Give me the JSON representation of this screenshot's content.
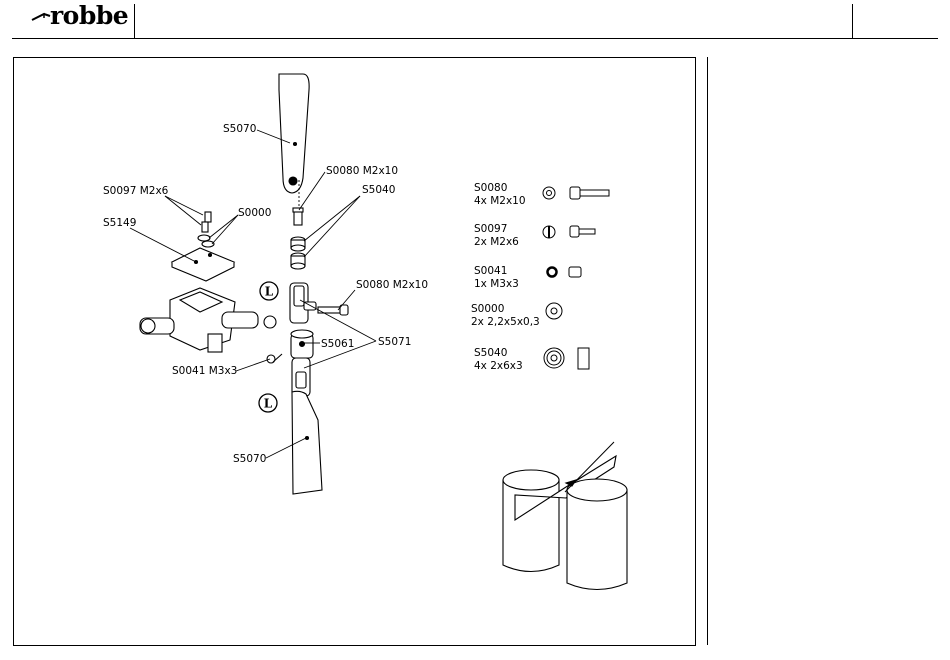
{
  "header": {
    "brand": "robbe"
  },
  "callouts": {
    "blade_top": "S5070",
    "screw_top": "S0080 M2x10",
    "bearing": "S5040",
    "screw_m2x6": "S0097 M2x6",
    "washer": "S0000",
    "plate": "S5149",
    "screw_side": "S0080 M2x10",
    "hub": "S5061",
    "grip": "S5071",
    "setscrew": "S0041 M3x3",
    "blade_bottom": "S5070",
    "loctite_1": "L",
    "loctite_2": "L"
  },
  "parts_list": [
    {
      "code": "S0080",
      "qty": "4x  M2x10",
      "icon": "bolt-long"
    },
    {
      "code": "S0097",
      "qty": "2x  M2x6",
      "icon": "bolt-short"
    },
    {
      "code": "S0041",
      "qty": "1x  M3x3",
      "icon": "grub-screw"
    },
    {
      "code": "S0000",
      "qty": "2x  2,2x5x0,3",
      "icon": "washer"
    },
    {
      "code": "S5040",
      "qty": "4x  2x6x3",
      "icon": "ball-bearing"
    }
  ]
}
